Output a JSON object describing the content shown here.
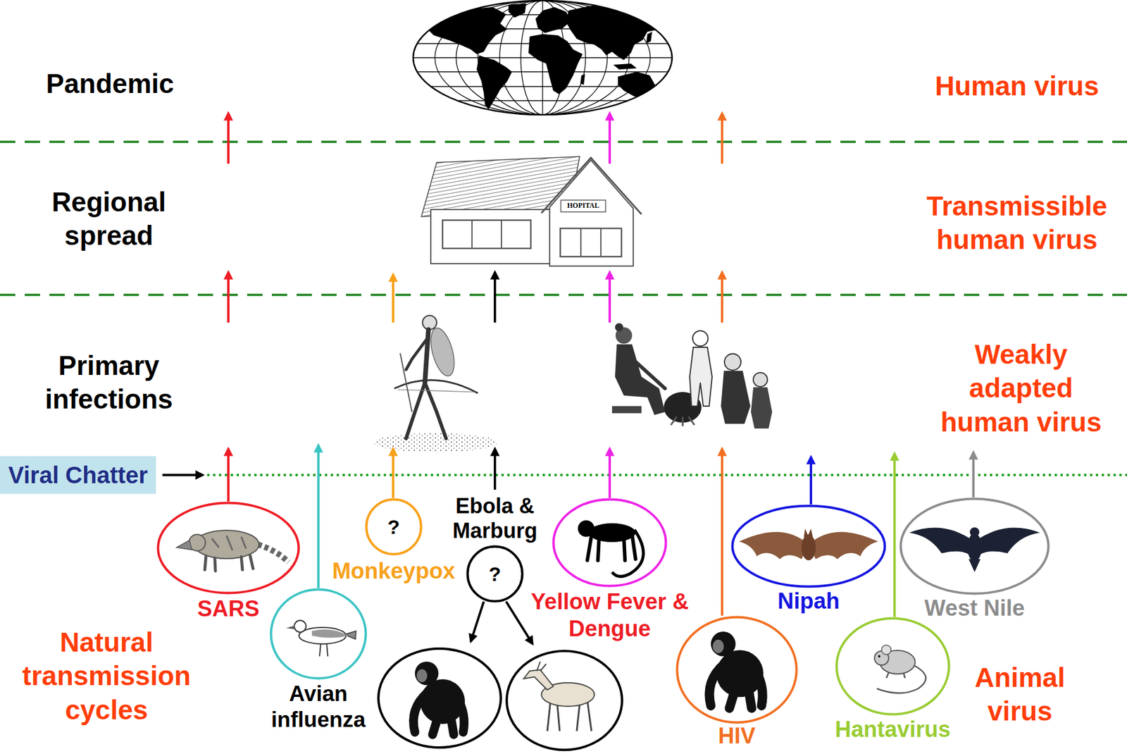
{
  "diagram": {
    "nodes": [
      {
        "text": [
          "Viral Chatter"
        ]
      },
      {
        "text": [
          "SARS"
        ]
      },
      {
        "text": [
          "Avian influenza"
        ]
      },
      {
        "text": [
          "?",
          "Monkeypox"
        ]
      },
      {
        "text": [
          "Ebola & Marburg",
          "?"
        ]
      },
      {
        "text": [
          "Yellow Fever & Dengue"
        ]
      },
      {
        "text": [
          "HIV"
        ]
      },
      {
        "text": [
          "Nipah"
        ]
      },
      {
        "text": [
          "Hantavirus"
        ]
      },
      {
        "text": [
          "West Nile"
        ]
      }
    ],
    "labels": [
      "Pandemic",
      "Human virus",
      "Regional spread",
      "Transmissible human virus",
      "HOPITAL",
      "Primary infections",
      "Weakly adapted human virus",
      "Natural transmission cycles",
      "Animal virus"
    ]
  }
}
